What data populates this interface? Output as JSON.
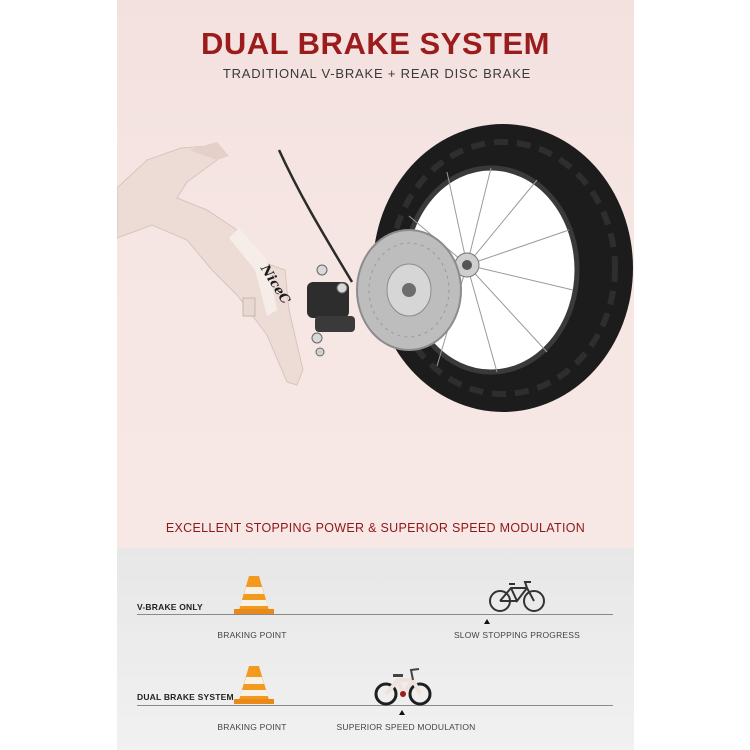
{
  "header": {
    "title": "DUAL BRAKE SYSTEM",
    "subtitle": "TRADITIONAL V-BRAKE + REAR DISC BRAKE"
  },
  "illustration": {
    "frame_logo": "NiceC",
    "frame_color": "#f0e2dc",
    "tire_color": "#1c1c1c",
    "disc_color": "#b8b8b8"
  },
  "tagline": "EXCELLENT STOPPING POWER & SUPERIOR SPEED MODULATION",
  "comparison": {
    "rows": [
      {
        "label": "V-BRAKE ONLY",
        "braking_point": "BRAKING POINT",
        "result": "SLOW STOPPING PROGRESS",
        "bike_icon": "bicycle-outline-icon"
      },
      {
        "label": "DUAL BRAKE SYSTEM",
        "braking_point": "BRAKING POINT",
        "result": "SUPERIOR SPEED MODULATION",
        "bike_icon": "kids-bike-icon"
      }
    ],
    "cone_color": "#f29a1f",
    "accent_red": "#9b1c1c"
  }
}
